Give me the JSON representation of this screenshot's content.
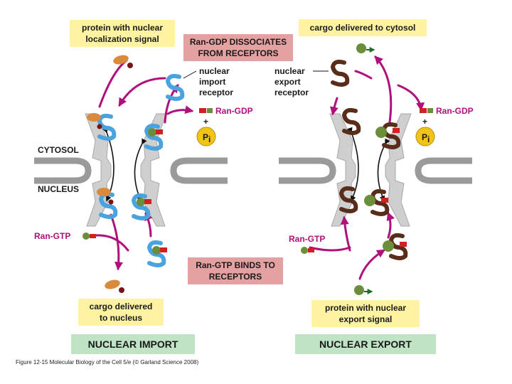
{
  "labels": {
    "protein_nls_1": "protein with nuclear",
    "protein_nls_2": "localization signal",
    "ran_gdp_dissociates_1": "Ran-GDP DISSOCIATES",
    "ran_gdp_dissociates_2": "FROM RECEPTORS",
    "cargo_cytosol": "cargo delivered to cytosol",
    "import_receptor_1": "nuclear",
    "import_receptor_2": "import",
    "import_receptor_3": "receptor",
    "export_receptor_1": "nuclear",
    "export_receptor_2": "export",
    "export_receptor_3": "receptor",
    "ran_gdp": "Ran-GDP",
    "plus": "+",
    "pi": "P",
    "pi_sub": "i",
    "cytosol": "CYTOSOL",
    "nucleus": "NUCLEUS",
    "ran_gtp": "Ran-GTP",
    "ran_gtp_binds_1": "Ran-GTP BINDS TO",
    "ran_gtp_binds_2": "RECEPTORS",
    "cargo_nucleus_1": "cargo delivered",
    "cargo_nucleus_2": "to nucleus",
    "protein_nes_1": "protein with nuclear",
    "protein_nes_2": "export signal",
    "nuclear_import": "NUCLEAR IMPORT",
    "nuclear_export": "NUCLEAR EXPORT",
    "caption": "Figure 12-15 Molecular Biology of the Cell 5/e (© Garland Science 2008)"
  },
  "colors": {
    "label_box_yellow": "#fdf3a3",
    "label_box_pink": "#e5a1a1",
    "label_box_green": "#bfe3c4",
    "ran_arrow_magenta": "#b0107c",
    "import_receptor_blue": "#4aa3df",
    "export_receptor_brown": "#5a2d1a",
    "cargo_orange": "#d98a3a",
    "export_cargo_green": "#6b8e3a",
    "ran_red": "#d21f1f",
    "phosphate_yellow": "#f2c418",
    "membrane_grey": "#9a9a9a",
    "pore_grey": "#cfcfcf"
  }
}
